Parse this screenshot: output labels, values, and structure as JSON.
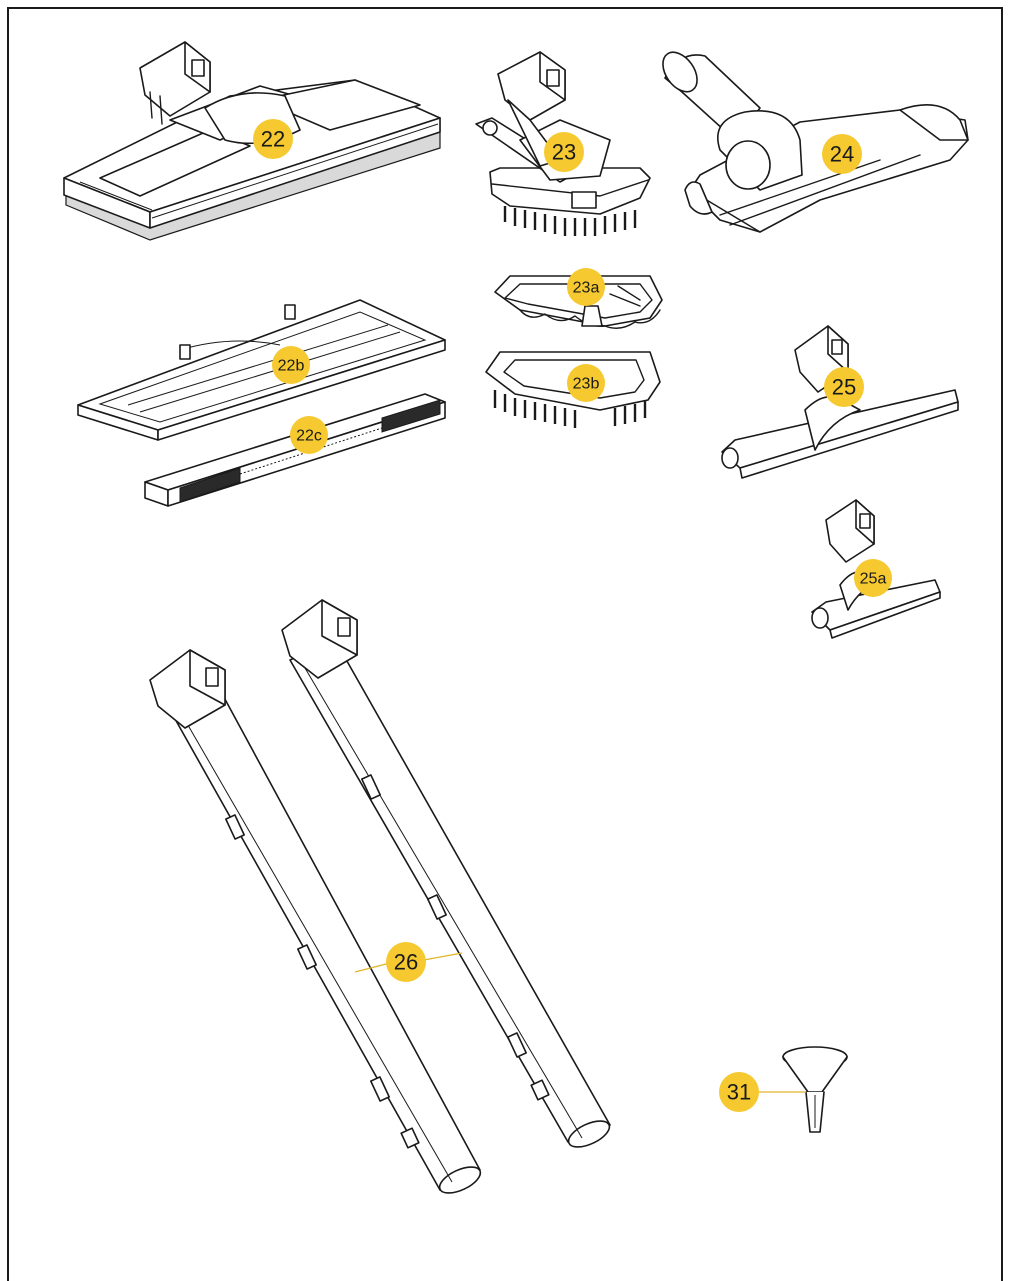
{
  "colors": {
    "badge": "#f5c92f",
    "line": "#1a1a1a",
    "frame": "#1a1a1a",
    "shade": "#d9d9d9"
  },
  "parts": [
    {
      "id": "22",
      "label": "22",
      "name": "floor-tool"
    },
    {
      "id": "22b",
      "label": "22b",
      "name": "floor-tool-frame"
    },
    {
      "id": "22c",
      "label": "22c",
      "name": "floor-tool-brush-strip"
    },
    {
      "id": "23",
      "label": "23",
      "name": "triangle-brush-tool"
    },
    {
      "id": "23a",
      "label": "23a",
      "name": "triangle-cloth-holder"
    },
    {
      "id": "23b",
      "label": "23b",
      "name": "triangle-brush-insert"
    },
    {
      "id": "24",
      "label": "24",
      "name": "upholstery-tool"
    },
    {
      "id": "25",
      "label": "25",
      "name": "window-squeegee-large"
    },
    {
      "id": "25a",
      "label": "25a",
      "name": "window-squeegee-small"
    },
    {
      "id": "26",
      "label": "26",
      "name": "extension-tubes"
    },
    {
      "id": "31",
      "label": "31",
      "name": "funnel"
    }
  ]
}
